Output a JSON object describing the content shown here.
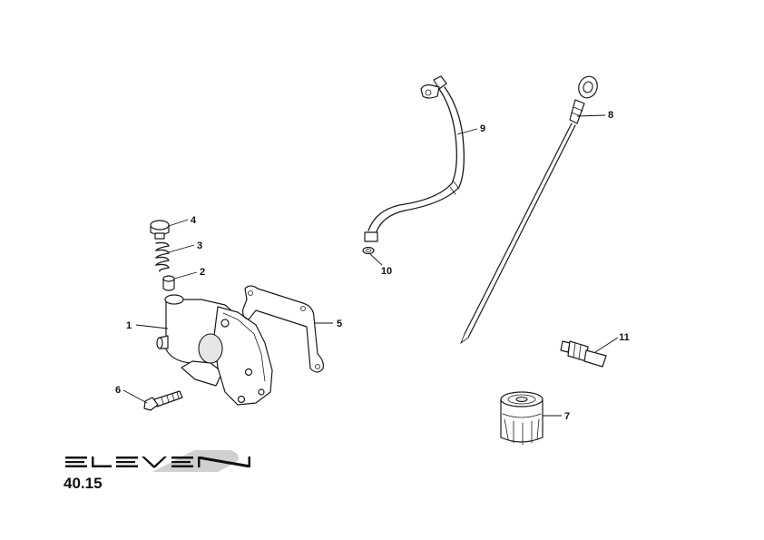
{
  "logo": {
    "text": "ELEVEN",
    "accent_color": "#d0d0d0",
    "ink_color": "#111111"
  },
  "page_number": "40.15",
  "callouts": [
    "1",
    "2",
    "3",
    "4",
    "5",
    "6",
    "7",
    "8",
    "9",
    "10",
    "11"
  ]
}
